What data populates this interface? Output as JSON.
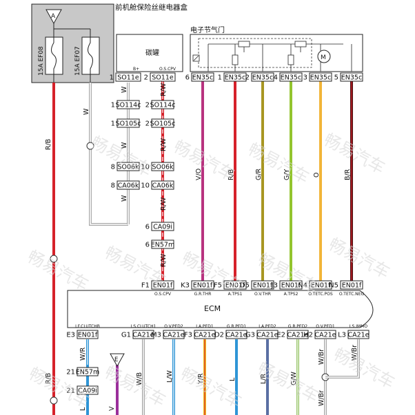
{
  "titles": {
    "fuse_box": "前机舱保险丝继电器盒",
    "throttle": "电子节气门",
    "canister": "碳罐",
    "ecm": "ECM"
  },
  "fuse_box": {
    "node_a": "A",
    "fuse1": "15A EF08",
    "fuse2": "15A EF07"
  },
  "canister_pins": {
    "left": "B+",
    "right": "O.S.CPV"
  },
  "top_conn_s": [
    {
      "pin": "1",
      "conn": "SO11e"
    },
    {
      "pin": "2",
      "conn": "SO11e"
    }
  ],
  "top_conn_t": [
    {
      "pin": "6",
      "conn": "EN35c"
    },
    {
      "pin": "1",
      "conn": "EN35c"
    },
    {
      "pin": "2",
      "conn": "EN35c"
    },
    {
      "pin": "4",
      "conn": "EN35c"
    },
    {
      "pin": "3",
      "conn": "EN35c"
    },
    {
      "pin": "5",
      "conn": "EN35c"
    }
  ],
  "mid_conns_left": [
    {
      "pin": "1",
      "conn": "SO114c"
    },
    {
      "pin": "1",
      "conn": "SO105c"
    },
    {
      "pin": "8",
      "conn": "SO06k"
    },
    {
      "pin": "8",
      "conn": "CA06k"
    }
  ],
  "mid_conns_right": [
    {
      "pin": "2",
      "conn": "SO114c"
    },
    {
      "pin": "2",
      "conn": "SO105c"
    },
    {
      "pin": "10",
      "conn": "SO06k"
    },
    {
      "pin": "10",
      "conn": "CA06k"
    },
    {
      "pin": "6",
      "conn": "CA09i"
    },
    {
      "pin": "6",
      "conn": "EN57m"
    }
  ],
  "wires": {
    "rb": "R/B",
    "w": "W",
    "rw": "R/W",
    "vo": "V/O",
    "rb2": "R/B",
    "gr": "G/R",
    "gy": "G/Y",
    "o": "O",
    "br": "B/R"
  },
  "ecm_top": [
    {
      "pin": "F1",
      "conn": "EN01f",
      "sig": "O.S.CPV"
    },
    {
      "pin": "K3",
      "conn": "EN01f",
      "sig": "G.R.THR"
    },
    {
      "pin": "F5",
      "conn": "EN01f",
      "sig": "A.TPS1"
    },
    {
      "pin": "D5",
      "conn": "EN01f",
      "sig": "O.V.THR"
    },
    {
      "pin": "J3",
      "conn": "EN01f",
      "sig": "A.TPS2"
    },
    {
      "pin": "N4",
      "conn": "EN01f",
      "sig": "O.TETC.POS"
    },
    {
      "pin": "N5",
      "conn": "EN01f",
      "sig": "O.TETC.NEG"
    }
  ],
  "ecm_bottom": [
    {
      "pin": "E3",
      "conn": "EN01f",
      "sig": "I.F.CLUTCHB"
    },
    {
      "pin": "G1",
      "conn": "CA21e",
      "sig": "I.S.CLUTCH1"
    },
    {
      "pin": "M3",
      "conn": "CA21e",
      "sig": "O.V.PED2"
    },
    {
      "pin": "F3",
      "conn": "CA21e",
      "sig": "I.A.PED1"
    },
    {
      "pin": "D2",
      "conn": "CA21e",
      "sig": "G.R.PED1"
    },
    {
      "pin": "G3",
      "conn": "CA21e",
      "sig": "I.A.PED2"
    },
    {
      "pin": "E2",
      "conn": "CA21e",
      "sig": "G.R.PED2"
    },
    {
      "pin": "H2",
      "conn": "CA21e",
      "sig": "O.V.PED1"
    },
    {
      "pin": "L3",
      "conn": "CA21e",
      "sig": "I.S.IMMO"
    }
  ],
  "bottom_left": {
    "wr": "W/R",
    "conns": [
      {
        "pin": "21",
        "conn": "EN57m"
      },
      {
        "pin": "21",
        "conn": "CA09i"
      }
    ],
    "node_e": "E",
    "l": "L",
    "v": "V"
  },
  "bottom_wires": [
    "W/B",
    "L/W",
    "Y/R",
    "L",
    "L/R",
    "G/W",
    "W/Br",
    "W/Br",
    "W/Br"
  ],
  "watermark": "畅易汽车",
  "colors": {
    "red": "#d6212a",
    "grey_wire": "#a8a8a8",
    "violet": "#b8337f",
    "olive": "#a89622",
    "green_yellow": "#93c52e",
    "orange": "#f2b538",
    "dark_red": "#4a0f12",
    "blue": "#2f95d6",
    "yellow": "#f0c020",
    "slate_blue": "#5a6fa3",
    "green_white": "#99c56a",
    "purple": "#9b2f9b",
    "fuse_bg": "#c8c8c8"
  }
}
